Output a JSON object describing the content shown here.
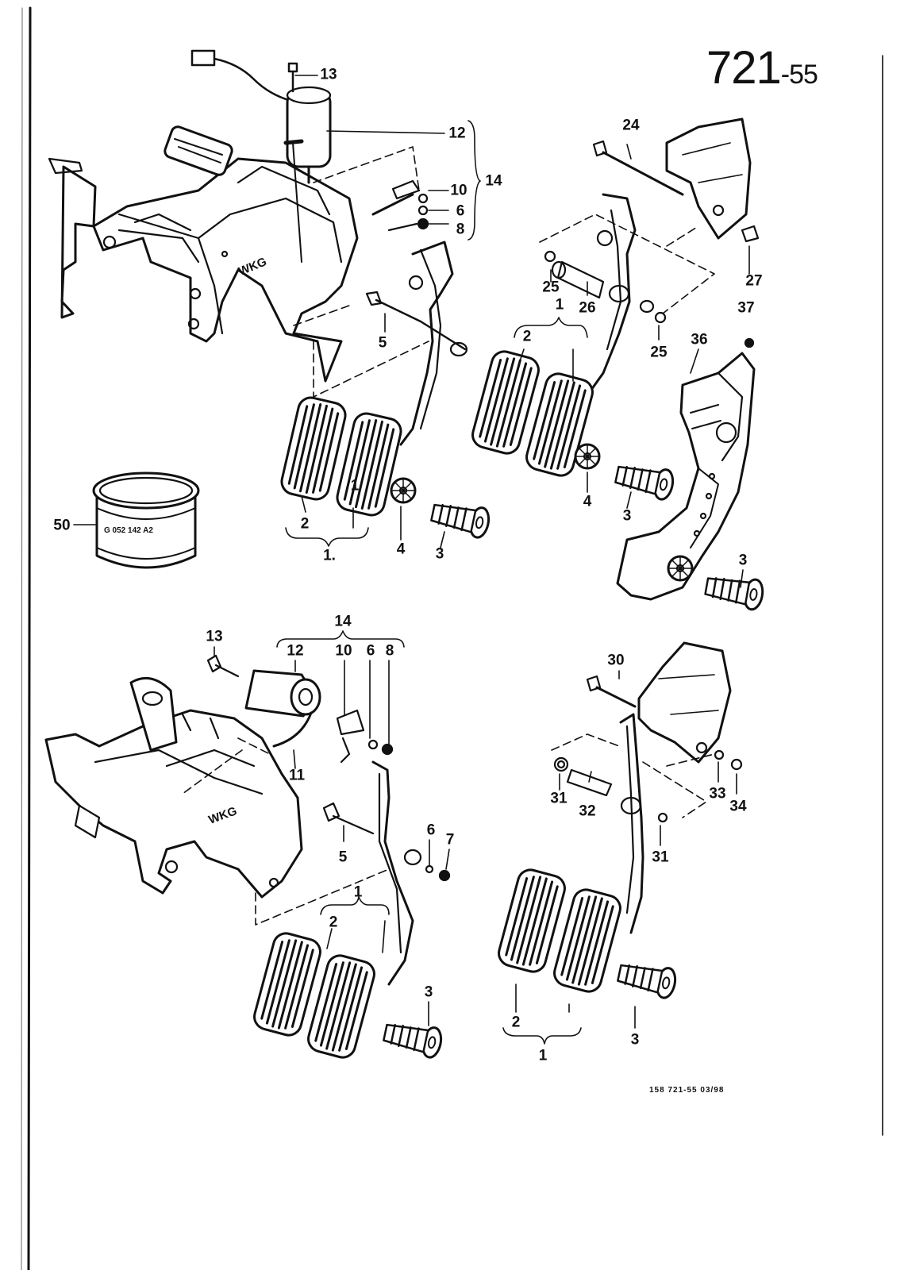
{
  "header": {
    "page_number": "721",
    "page_suffix": "-55"
  },
  "footer": {
    "reference": "158   721-55   03/98"
  },
  "grease_tin": {
    "label": "G 052 142 A2"
  },
  "callouts": [
    {
      "id": "c13a",
      "text": "13"
    },
    {
      "id": "c12a",
      "text": "12"
    },
    {
      "id": "c14a",
      "text": "14"
    },
    {
      "id": "c10a",
      "text": "10"
    },
    {
      "id": "c6a",
      "text": "6"
    },
    {
      "id": "c8a",
      "text": "8"
    },
    {
      "id": "c5a",
      "text": "5"
    },
    {
      "id": "c1a_top",
      "text": "1"
    },
    {
      "id": "c2a",
      "text": "2"
    },
    {
      "id": "c1a",
      "text": "1."
    },
    {
      "id": "c4a",
      "text": "4"
    },
    {
      "id": "c3a",
      "text": "3"
    },
    {
      "id": "c50",
      "text": "50"
    },
    {
      "id": "c24",
      "text": "24"
    },
    {
      "id": "c27",
      "text": "27"
    },
    {
      "id": "c25a",
      "text": "25"
    },
    {
      "id": "c26",
      "text": "26"
    },
    {
      "id": "c25b",
      "text": "25"
    },
    {
      "id": "c1b",
      "text": "1"
    },
    {
      "id": "c2b",
      "text": "2"
    },
    {
      "id": "c4b",
      "text": "4"
    },
    {
      "id": "c3b",
      "text": "3"
    },
    {
      "id": "c37",
      "text": "37"
    },
    {
      "id": "c36",
      "text": "36"
    },
    {
      "id": "c3c",
      "text": "3"
    },
    {
      "id": "c14b",
      "text": "14"
    },
    {
      "id": "c13b",
      "text": "13"
    },
    {
      "id": "c12b",
      "text": "12"
    },
    {
      "id": "c10b",
      "text": "10"
    },
    {
      "id": "c6b",
      "text": "6"
    },
    {
      "id": "c8b",
      "text": "8"
    },
    {
      "id": "c11",
      "text": "11"
    },
    {
      "id": "c5b",
      "text": "5"
    },
    {
      "id": "c6c",
      "text": "6"
    },
    {
      "id": "c7",
      "text": "7"
    },
    {
      "id": "c1d_top",
      "text": "1"
    },
    {
      "id": "c2d",
      "text": "2"
    },
    {
      "id": "c3d",
      "text": "3"
    },
    {
      "id": "c30",
      "text": "30"
    },
    {
      "id": "c31a",
      "text": "31"
    },
    {
      "id": "c32",
      "text": "32"
    },
    {
      "id": "c33",
      "text": "33"
    },
    {
      "id": "c34",
      "text": "34"
    },
    {
      "id": "c31b",
      "text": "31"
    },
    {
      "id": "c2e",
      "text": "2"
    },
    {
      "id": "c1e",
      "text": "1"
    },
    {
      "id": "c3e",
      "text": "3"
    }
  ],
  "bracket_labels": {
    "wkg_a": "WKG",
    "wkg_b": "WKG"
  }
}
